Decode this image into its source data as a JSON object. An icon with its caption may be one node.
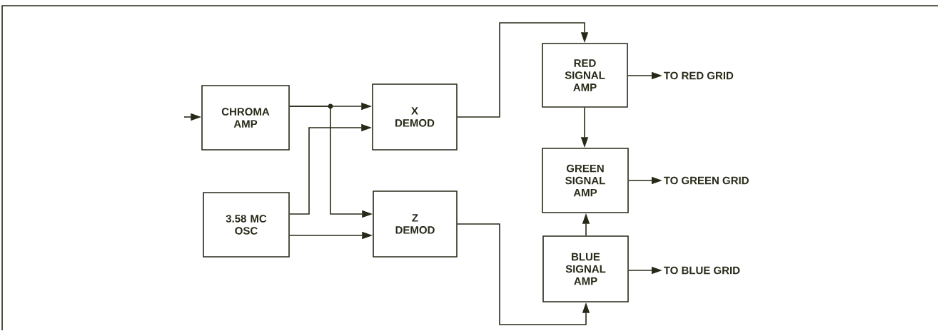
{
  "diagram": {
    "nodes": [
      {
        "text": [
          "CHROMA AMP"
        ]
      },
      {
        "text": [
          "3.58 MC OSC"
        ]
      },
      {
        "text": [
          "X DEMOD"
        ]
      },
      {
        "text": [
          "Z DEMOD"
        ]
      },
      {
        "text": [
          "RED SIGNAL AMP"
        ]
      },
      {
        "text": [
          "GREEN SIGNAL AMP"
        ]
      },
      {
        "text": [
          "BLUE SIGNAL AMP"
        ]
      },
      {
        "text": [
          "TO RED GRID"
        ]
      },
      {
        "text": [
          "TO GREEN GRID"
        ]
      },
      {
        "text": [
          "TO BLUE GRID"
        ]
      }
    ],
    "edges": [
      {
        "from": null,
        "to": 0,
        "arrow": "to"
      },
      {
        "from": 0,
        "to": 2,
        "arrow": "to"
      },
      {
        "from": 0,
        "to": 3,
        "arrow": "to"
      },
      {
        "from": 1,
        "to": 2,
        "arrow": "to"
      },
      {
        "from": 1,
        "to": 3,
        "arrow": "to"
      },
      {
        "from": 2,
        "to": 4,
        "arrow": "to"
      },
      {
        "from": 3,
        "to": 6,
        "arrow": "to"
      },
      {
        "from": 4,
        "to": 5,
        "arrow": "to"
      },
      {
        "from": 6,
        "to": 5,
        "arrow": "to"
      },
      {
        "from": 4,
        "to": 7,
        "arrow": "to"
      },
      {
        "from": 5,
        "to": 8,
        "arrow": "to"
      },
      {
        "from": 6,
        "to": 9,
        "arrow": "to"
      }
    ]
  }
}
